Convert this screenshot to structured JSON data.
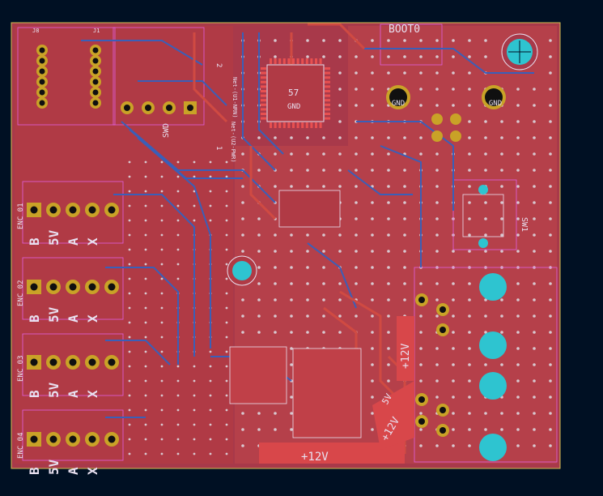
{
  "colors": {
    "background": "#001023",
    "board": "#a8394a",
    "copper_front": "#c8403c",
    "copper_back": "#3a5fb8",
    "silk": "#e8e0f0",
    "pad": "#c9a227",
    "mounting": "#2ec4d0",
    "courtyard": "#e060e0"
  },
  "labels": {
    "boot0": "BOOT0",
    "gnd1": "GND",
    "gnd2": "GND",
    "vcc57": "57",
    "gnd_mcu": "GND",
    "swd": "SWD",
    "v12_a": "+12V",
    "v12_b": "+12V",
    "v12_bottom": "+12V",
    "v5": "5V",
    "sw1": "SW1",
    "j8": "J8",
    "j1": "J1",
    "net1": "Net-(U1-NRN)",
    "net2": "Net-(U2-PWR)",
    "one": "1",
    "two": "2"
  },
  "encoders": [
    {
      "label": "ENC 01",
      "b": "B",
      "v": "5V",
      "a": "A",
      "x": "X"
    },
    {
      "label": "ENC 02",
      "b": "B",
      "v": "5V",
      "a": "A",
      "x": "X"
    },
    {
      "label": "ENC 03",
      "b": "B",
      "v": "5V",
      "a": "A",
      "x": "X"
    },
    {
      "label": "ENC 04",
      "b": "B",
      "v": "5V",
      "a": "A",
      "x": "X"
    }
  ]
}
